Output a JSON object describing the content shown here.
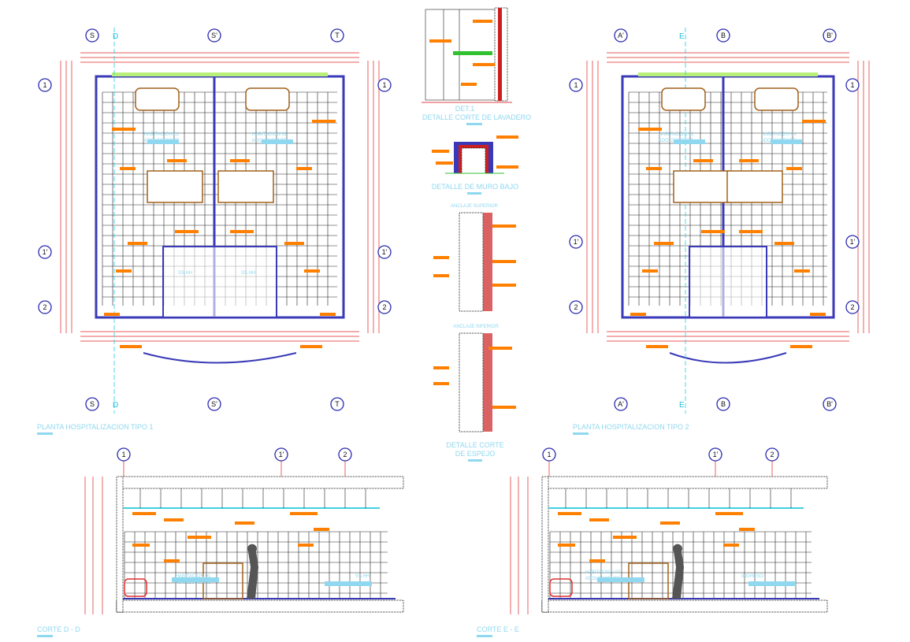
{
  "plan1": {
    "title": "PLANTA HOSPITALIZACION TIPO 1",
    "axes_cols": [
      "S",
      "S'",
      "T"
    ],
    "axes_rows": [
      "1",
      "1'",
      "2"
    ],
    "section_marker": "D",
    "rooms": [
      "HABITACION 01",
      "ADOLESCENTE",
      "HABITACION 02",
      "ADOLESCENTE"
    ],
    "bath_label": "SS.HH"
  },
  "plan2": {
    "title": "PLANTA HOSPITALIZACION TIPO 2",
    "axes_cols": [
      "A'",
      "B",
      "B'"
    ],
    "axes_rows": [
      "1",
      "1'",
      "2"
    ],
    "section_marker": "E",
    "rooms": [
      "HABITACION 03",
      "ADOLESCENTE",
      "HABITACION 04",
      "ADOLESCENTE"
    ]
  },
  "details": {
    "det1_title": "DET.1",
    "det1_subtitle": "DETALLE CORTE DE LAVADERO",
    "muro_title": "DETALLE DE MURO BAJO",
    "anclaje_sup": "ANCLAJE SUPERIOR",
    "anclaje_inf": "ANCLAJE INFERIOR",
    "espejo_title_1": "DETALLE CORTE",
    "espejo_title_2": "DE ESPEJO"
  },
  "section1": {
    "title": "CORTE D - D",
    "axes": [
      "1",
      "1'",
      "2"
    ],
    "room_label_1": "HABITACION 01",
    "room_label_2": "ADOLESCENTE",
    "bath_label": "SS.HH"
  },
  "section2": {
    "title": "CORTE E - E",
    "axes": [
      "1",
      "1'",
      "2"
    ],
    "room_label_1": "HABITACION 03",
    "room_label_2": "ADOLESCENTE",
    "entry_label": "INGRESO"
  },
  "colors": {
    "wall": "#3a3ab8",
    "dimension": "#e02020",
    "annotation": "#ff8000",
    "label": "#8fd8f0",
    "grid": "#222222",
    "furniture": "#a0601a"
  }
}
